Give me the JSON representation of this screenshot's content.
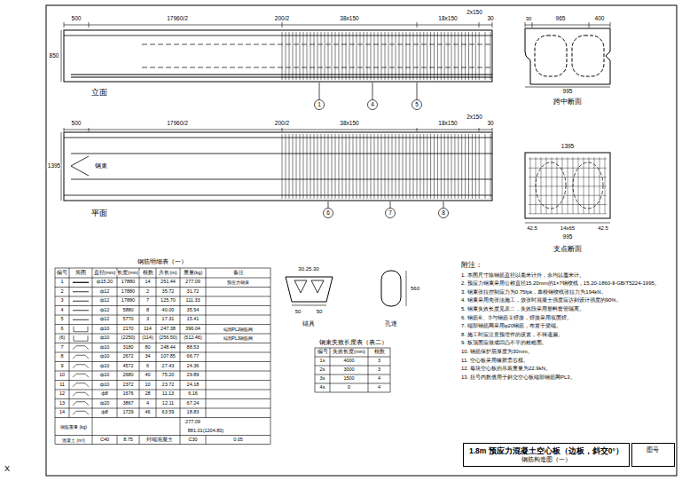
{
  "diagram": {
    "nodes": [
      {
        "text": [
          "1.8m 预应力混凝土空心板（边板，斜交0°）",
          "钢筋构造图（一）"
        ]
      },
      {
        "text": [
          "图号"
        ]
      }
    ],
    "labels": [
      "500",
      "17960/2",
      "200/2",
      "38x150",
      "18x150",
      "2x150",
      "30",
      "850",
      "立面",
      "500",
      "17960/2",
      "200/2",
      "38x150",
      "18x150",
      "2x150",
      "30",
      "1395",
      "钢束",
      "平面",
      "30",
      "965",
      "400",
      "995",
      "跨中断面",
      "1395",
      "42.5",
      "14x65",
      "42.5",
      "995",
      "支点断面",
      "30.25.30",
      "50",
      "50",
      "锚具",
      "560",
      "孔道",
      "钢筋明细表（一）",
      "钢束失效长度表（表二）",
      "1",
      "4",
      "5",
      "6",
      "7",
      "8",
      "X",
      "编号",
      "简图",
      "直径(mm)",
      "长度(mm)",
      "根数",
      "共长(m)",
      "重量(kg)",
      "备注",
      "1",
      "ф15.20",
      "17880",
      "14",
      "251.44",
      "277.09",
      "2",
      "ф12",
      "17880",
      "2",
      "35.72",
      "31.72",
      "3",
      "ф12",
      "17880",
      "7",
      "125.70",
      "111.33",
      "4",
      "ф12",
      "5880",
      "8",
      "40.00",
      "35.54",
      "5",
      "ф12",
      "5770",
      "3",
      "17.31",
      "15.41",
      "6",
      "ф10",
      "2170",
      "114",
      "247.38",
      "396.04",
      "(6)",
      "ф10",
      "(2250)",
      "(114)",
      "(256.50)",
      "(512.46)",
      "7",
      "ф10",
      "3180",
      "80",
      "248.44",
      "88.53",
      "8",
      "ф10",
      "2672",
      "34",
      "107.85",
      "66.77",
      "9",
      "ф10",
      "4572",
      "6",
      "27.43",
      "24.36",
      "10",
      "ф10",
      "2680",
      "40",
      "75.20",
      "29.89",
      "11",
      "ф10",
      "2372",
      "10",
      "23.72",
      "24.18",
      "12",
      "ф8",
      "1676",
      "28",
      "11.13",
      "6.16",
      "13",
      "ф20",
      "3867",
      "4",
      "12.11",
      "67.24",
      "14",
      "ф8",
      "1729",
      "46",
      "63.59",
      "18.83",
      "预应力钢束",
      "端部PL2钢筋网",
      "端部PL3钢筋网",
      "钢筋重量 (kg)",
      "277.09",
      "881.01(1204.80)",
      "混凝土 (m³)",
      "C40",
      "8.75",
      "封端混凝土",
      "C30",
      "0.05",
      "编号",
      "失效长度(mm)",
      "根数",
      "1s",
      "4000",
      "3",
      "2s",
      "3000",
      "3",
      "3s",
      "1500",
      "4",
      "4s",
      "0",
      "4",
      "附注：",
      "1. 本图尺寸除钢筋直径以毫米计外，余均以厘米计。",
      "2. 预应力钢束采用公称直径15.20mm的1×7钢绞线，15.20-1860-Ⅱ-GB/T5224-1995。",
      "3. 钢束张拉控制应力为0.75fpk，单根钢绞线张拉力为194kN。",
      "4. 钢束采用先张法施工，放张时混凝土强度应达到设计强度的90%。",
      "5. 钢束失效长度见表二，失效段采用塑料套管隔离。",
      "6. 钢筋⑥、⑦与钢筋①焊接，焊接采用双面焊。",
      "7. 端部钢筋网采用φ20钢筋，布置于梁端。",
      "8. 施工时应注意预埋件的设置，不得遗漏。",
      "9. 板顶面应做成凹凸不平的粗糙面。",
      "10. 钢筋保护层厚度为30mm。",
      "11. 空心板采用橡胶囊芯模。",
      "12. 每块空心板的吊装重量为22.9kN。",
      "13. 括号内数值用于斜交空心板端部钢筋网PL3。"
    ]
  }
}
